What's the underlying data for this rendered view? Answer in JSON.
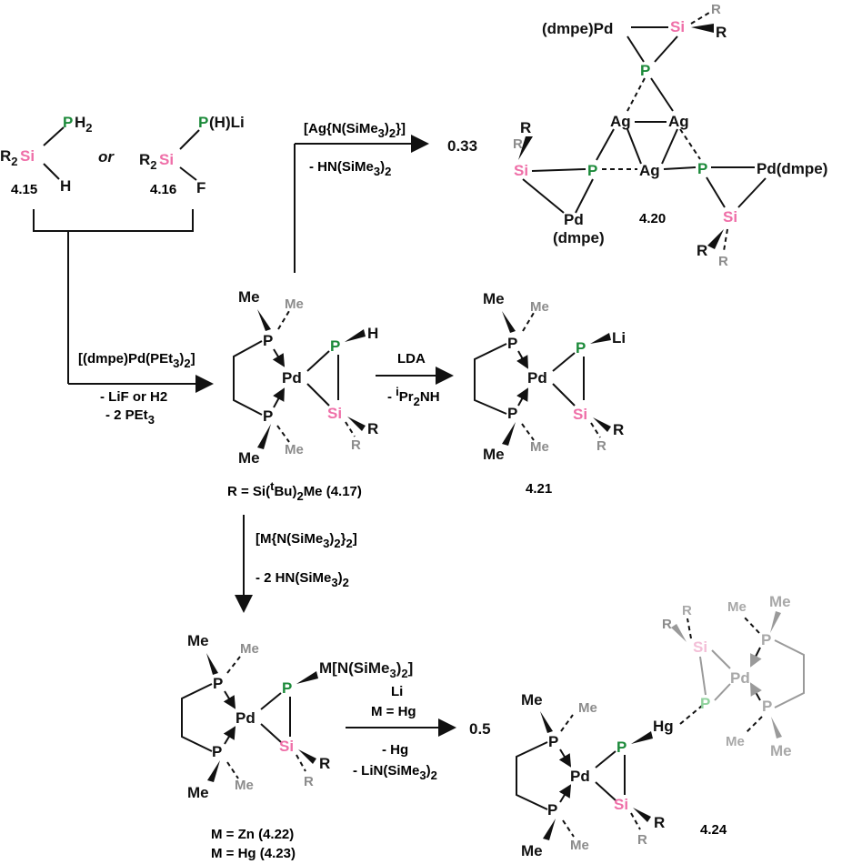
{
  "reagents": {
    "ag": "[Ag{N(SiMe3)2}]",
    "ag_byproduct": "- HN(SiMe3)2",
    "pd": "[(dmpe)Pd(PEt3)2]",
    "pd_byproduct1": "- LiF or H2",
    "pd_byproduct2": "- 2 PEt3",
    "lda": "LDA",
    "lda_byproduct": "- iPr2NH",
    "m": "[M{N(SiMe3)2}2]",
    "m_byproduct": "- 2 HN(SiMe3)2",
    "li": "Li",
    "li_cond": "M = Hg",
    "li_byproduct1": "- Hg",
    "li_byproduct2": "- LiN(SiMe3)2"
  },
  "coefficients": {
    "ag": "0.33",
    "hg": "0.5"
  },
  "compounds": {
    "c415": "4.15",
    "c416": "4.16",
    "c417_label": "R = Si(tBu)2Me (4.17)",
    "c420": "4.20",
    "c421": "4.21",
    "c422": "M = Zn (4.22)",
    "c423": "M = Hg (4.23)",
    "c424": "4.24",
    "or": "or"
  },
  "atoms": {
    "P": "P",
    "Pd": "Pd",
    "Si": "Si",
    "Me": "Me",
    "R": "R",
    "H": "H",
    "F": "F",
    "Li": "Li",
    "Ag": "Ag",
    "Hg": "Hg",
    "PH2": "PH2",
    "PHLi": "P(H)Li",
    "R2Si": "R2Si",
    "dmpePd": "(dmpe)Pd",
    "Pddmpe": "Pd(dmpe)",
    "dmpe": "(dmpe)",
    "MN": "M[N(SiMe3)2]"
  },
  "colors": {
    "silicon": "#ef6fa8",
    "phosphorus_terminal": "#1c8a3a",
    "grey_substituent": "#8c8c8c"
  }
}
